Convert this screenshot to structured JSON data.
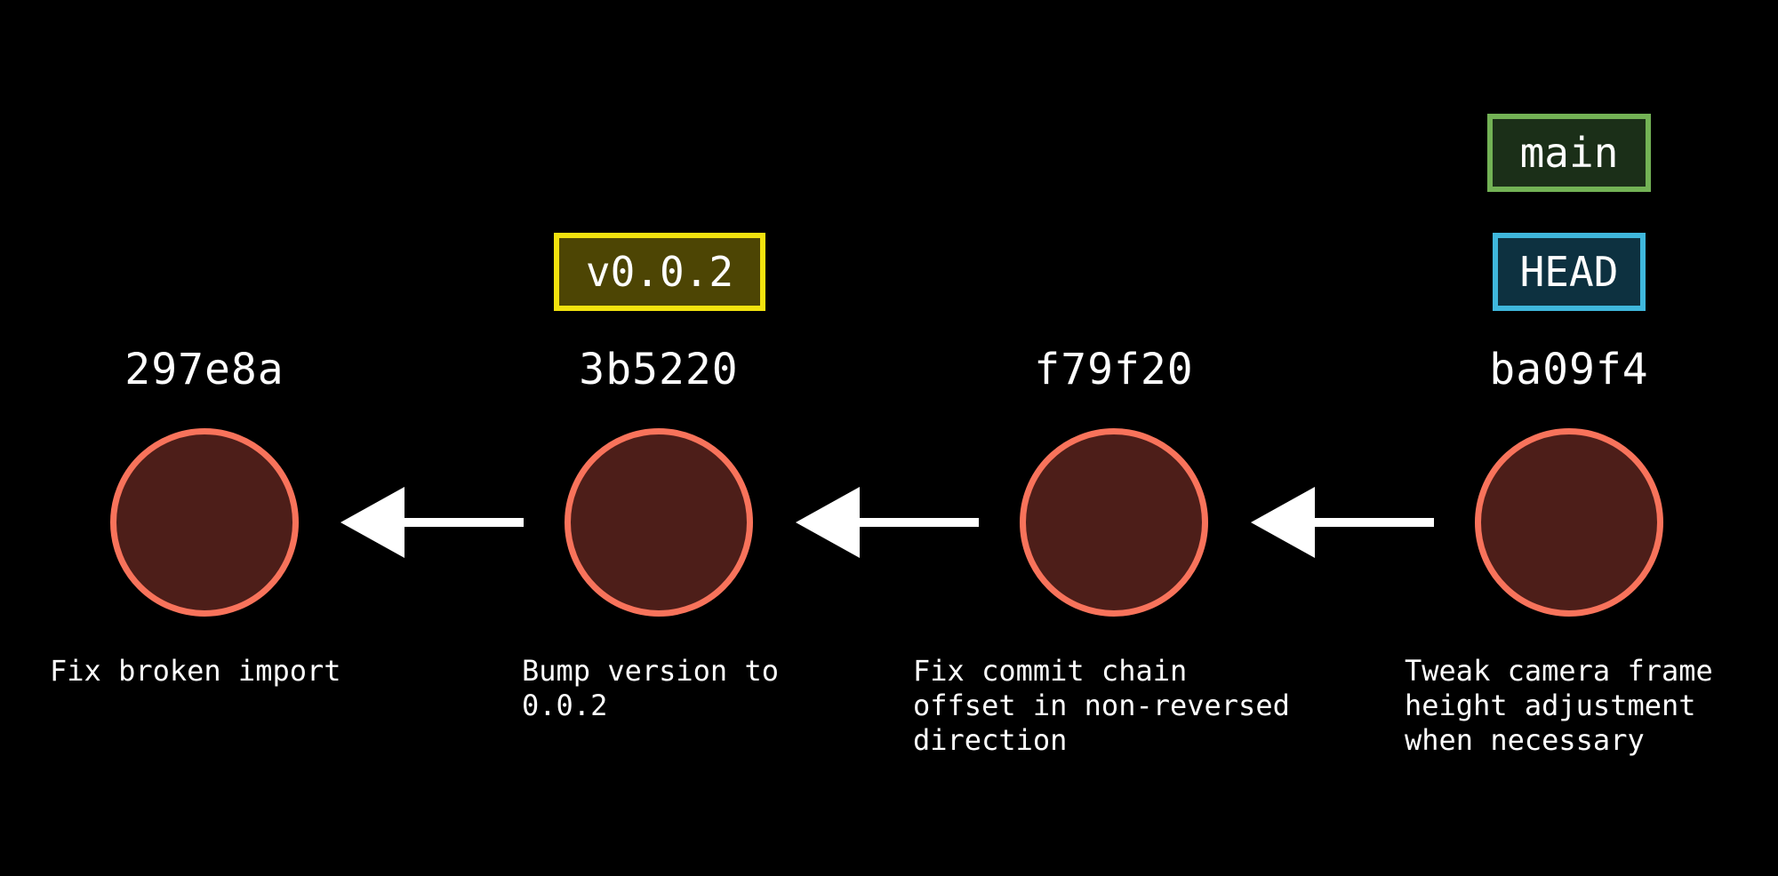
{
  "commits": [
    {
      "hash": "297e8a",
      "message": "Fix broken import"
    },
    {
      "hash": "3b5220",
      "message": "Bump version to\n0.0.2"
    },
    {
      "hash": "f79f20",
      "message": "Fix commit chain\noffset in non-reversed\ndirection"
    },
    {
      "hash": "ba09f4",
      "message": "Tweak camera frame\nheight adjustment\nwhen necessary"
    }
  ],
  "refs": {
    "tag": "v0.0.2",
    "branch": "main",
    "head": "HEAD"
  },
  "colors": {
    "background": "#000000",
    "commit_stroke": "#f8735b",
    "commit_fill": "#4d1e19",
    "tag_stroke": "#f2e20e",
    "branch_stroke": "#73b255",
    "head_stroke": "#3fb7dc",
    "arrow": "#ffffff"
  }
}
